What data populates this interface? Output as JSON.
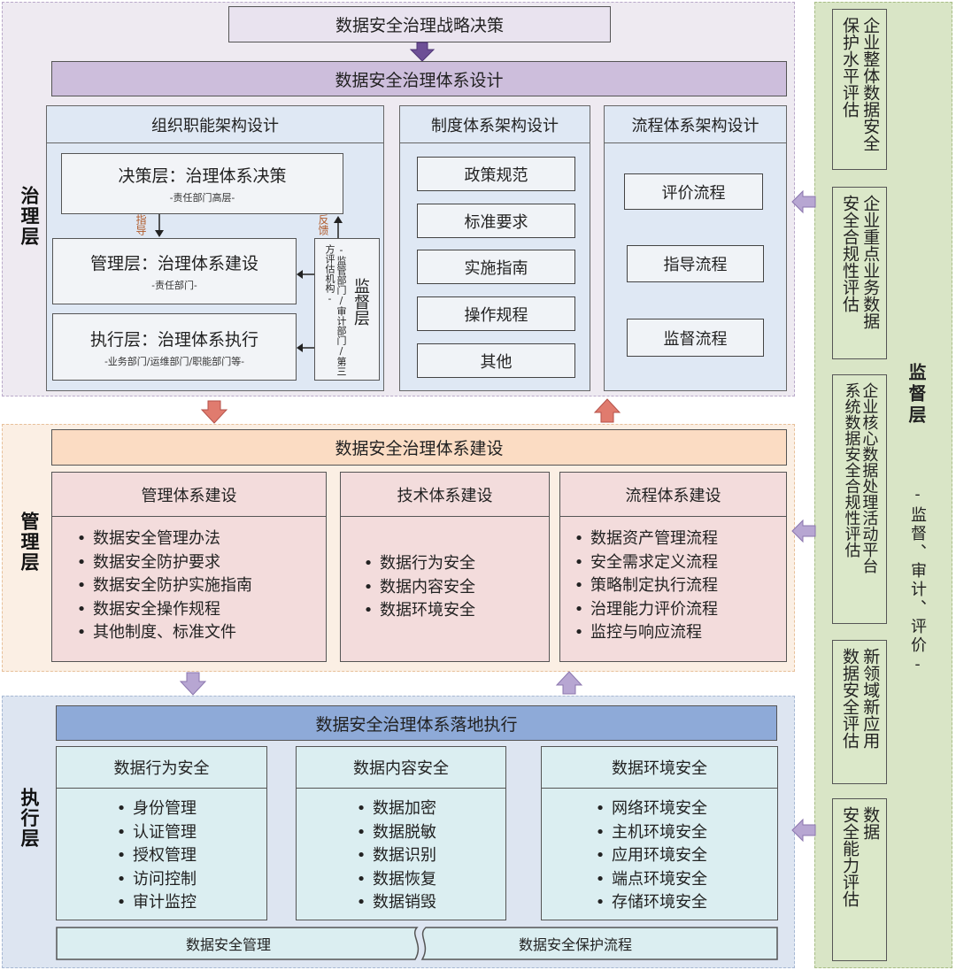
{
  "governance": {
    "layer_label": "治理层",
    "strategy": "数据安全治理战略决策",
    "system_design": "数据安全治理体系设计",
    "org": {
      "title": "组织职能架构设计",
      "decision": {
        "title": "决策层：治理体系决策",
        "sub": "-责任部门高层-"
      },
      "management": {
        "title": "管理层：治理体系建设",
        "sub": "-责任部门-"
      },
      "execution": {
        "title": "执行层：治理体系执行",
        "sub": "-业务部门/运维部门/职能部门等-"
      },
      "guide_label": "指导",
      "feedback_label": "反馈",
      "supervision": {
        "sub": "-监管部门/审计部门/第三方评估机构-",
        "title": "监督层"
      }
    },
    "policy": {
      "title": "制度体系架构设计",
      "items": [
        "政策规范",
        "标准要求",
        "实施指南",
        "操作规程",
        "其他"
      ]
    },
    "process": {
      "title": "流程体系架构设计",
      "items": [
        "评价流程",
        "指导流程",
        "监督流程"
      ]
    }
  },
  "management": {
    "layer_label": "管理层",
    "title": "数据安全治理体系建设",
    "mgmt_system": {
      "title": "管理体系建设",
      "items": [
        "数据安全管理办法",
        "数据安全防护要求",
        "数据安全防护实施指南",
        "数据安全操作规程",
        "其他制度、标准文件"
      ]
    },
    "tech_system": {
      "title": "技术体系建设",
      "items": [
        "数据行为安全",
        "数据内容安全",
        "数据环境安全"
      ]
    },
    "process_system": {
      "title": "流程体系建设",
      "items": [
        "数据资产管理流程",
        "安全需求定义流程",
        "策略制定执行流程",
        "治理能力评价流程",
        "监控与响应流程"
      ]
    }
  },
  "execution": {
    "layer_label": "执行层",
    "title": "数据安全治理体系落地执行",
    "behavior": {
      "title": "数据行为安全",
      "items": [
        "身份管理",
        "认证管理",
        "授权管理",
        "访问控制",
        "审计监控"
      ]
    },
    "content": {
      "title": "数据内容安全",
      "items": [
        "数据加密",
        "数据脱敏",
        "数据识别",
        "数据恢复",
        "数据销毁"
      ]
    },
    "environment": {
      "title": "数据环境安全",
      "items": [
        "网络环境安全",
        "主机环境安全",
        "应用环境安全",
        "端点环境安全",
        "存储环境安全"
      ]
    },
    "bottom_left": "数据安全管理",
    "bottom_right": "数据安全保护流程"
  },
  "supervision": {
    "layer_label": "监督层",
    "sub_label": "-监督、审计、评价-",
    "boxes": [
      [
        "企业整体数据安全",
        "保护水平评估"
      ],
      [
        "企业重点业务数据",
        "安全合规性评估"
      ],
      [
        "企业核心数据处理活动平台",
        "系统数据安全合规性评估"
      ],
      [
        "新领域新应用",
        "数据安全评估"
      ],
      [
        "数据",
        "安全能力评估"
      ]
    ]
  },
  "colors": {
    "governance_bg": "#eeeaf1",
    "management_bg": "#fbefe4",
    "execution_bg": "#dde5f1",
    "supervision_bg": "#d9e5c6",
    "purple_arrow": "#7b5ea0",
    "red_arrow": "#d9756a"
  }
}
